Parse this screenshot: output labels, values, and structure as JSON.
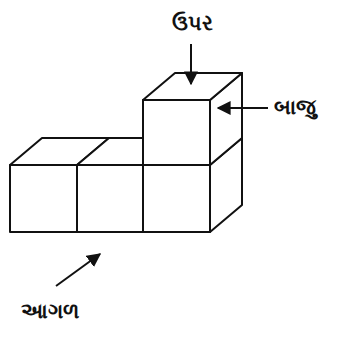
{
  "diagram": {
    "labels": [
      "ઉપર",
      "બાજુ",
      "આગળ"
    ]
  }
}
